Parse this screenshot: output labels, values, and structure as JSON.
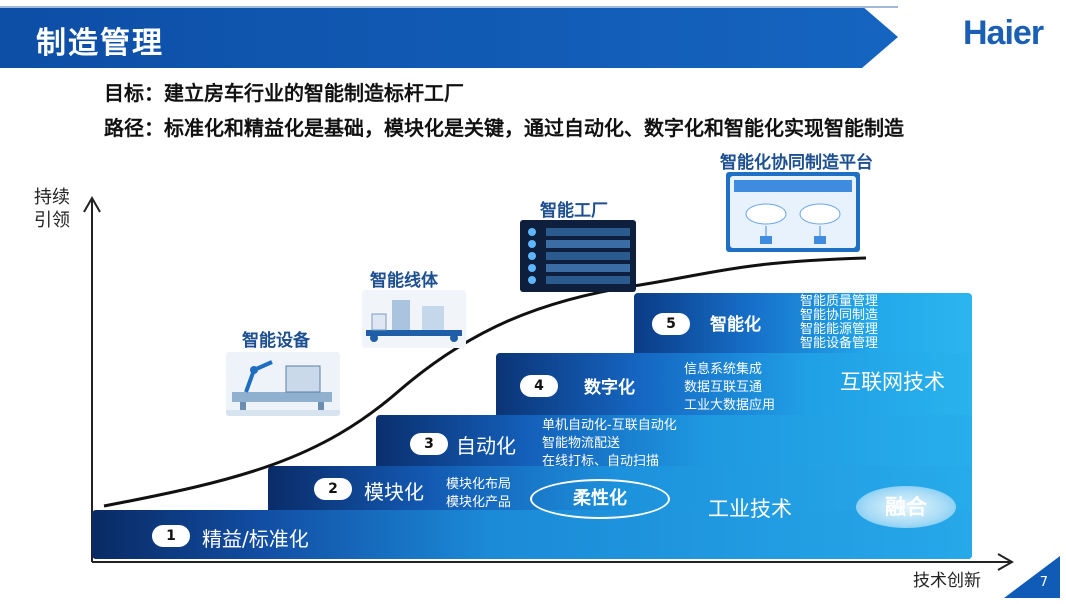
{
  "header": {
    "title": "制造管理",
    "logo": "Haier"
  },
  "goal": "目标：建立房车行业的智能制造标杆工厂",
  "path": "路径：标准化和精益化是基础，模块化是关键，通过自动化、数字化和智能化实现智能制造",
  "axes": {
    "y_label": "持续\n引领",
    "x_label": "技术创新"
  },
  "steps": [
    {
      "num": "1",
      "name": "精益/标准化",
      "items": []
    },
    {
      "num": "2",
      "name": "模块化",
      "items": [
        "模块化布局",
        "模块化产品"
      ]
    },
    {
      "num": "3",
      "name": "自动化",
      "items": [
        "单机自动化-互联自动化",
        "智能物流配送",
        "在线打标、自动扫描"
      ]
    },
    {
      "num": "4",
      "name": "数字化",
      "items": [
        "信息系统集成",
        "数据互联互通",
        "工业大数据应用"
      ]
    },
    {
      "num": "5",
      "name": "智能化",
      "items": [
        "智能质量管理",
        "智能协同制造",
        "智能能源管理",
        "智能设备管理"
      ]
    }
  ],
  "labels": {
    "flexible": "柔性化",
    "industrial_tech": "工业技术",
    "internet_tech": "互联网技术",
    "fusion": "融合"
  },
  "stages": [
    "智能设备",
    "智能线体",
    "智能工厂",
    "智能化协同制造平台"
  ],
  "page_number": "7",
  "colors": {
    "brand": "#0f5bb5",
    "dark": "#0a2f6e",
    "light": "#1fa8e8"
  }
}
